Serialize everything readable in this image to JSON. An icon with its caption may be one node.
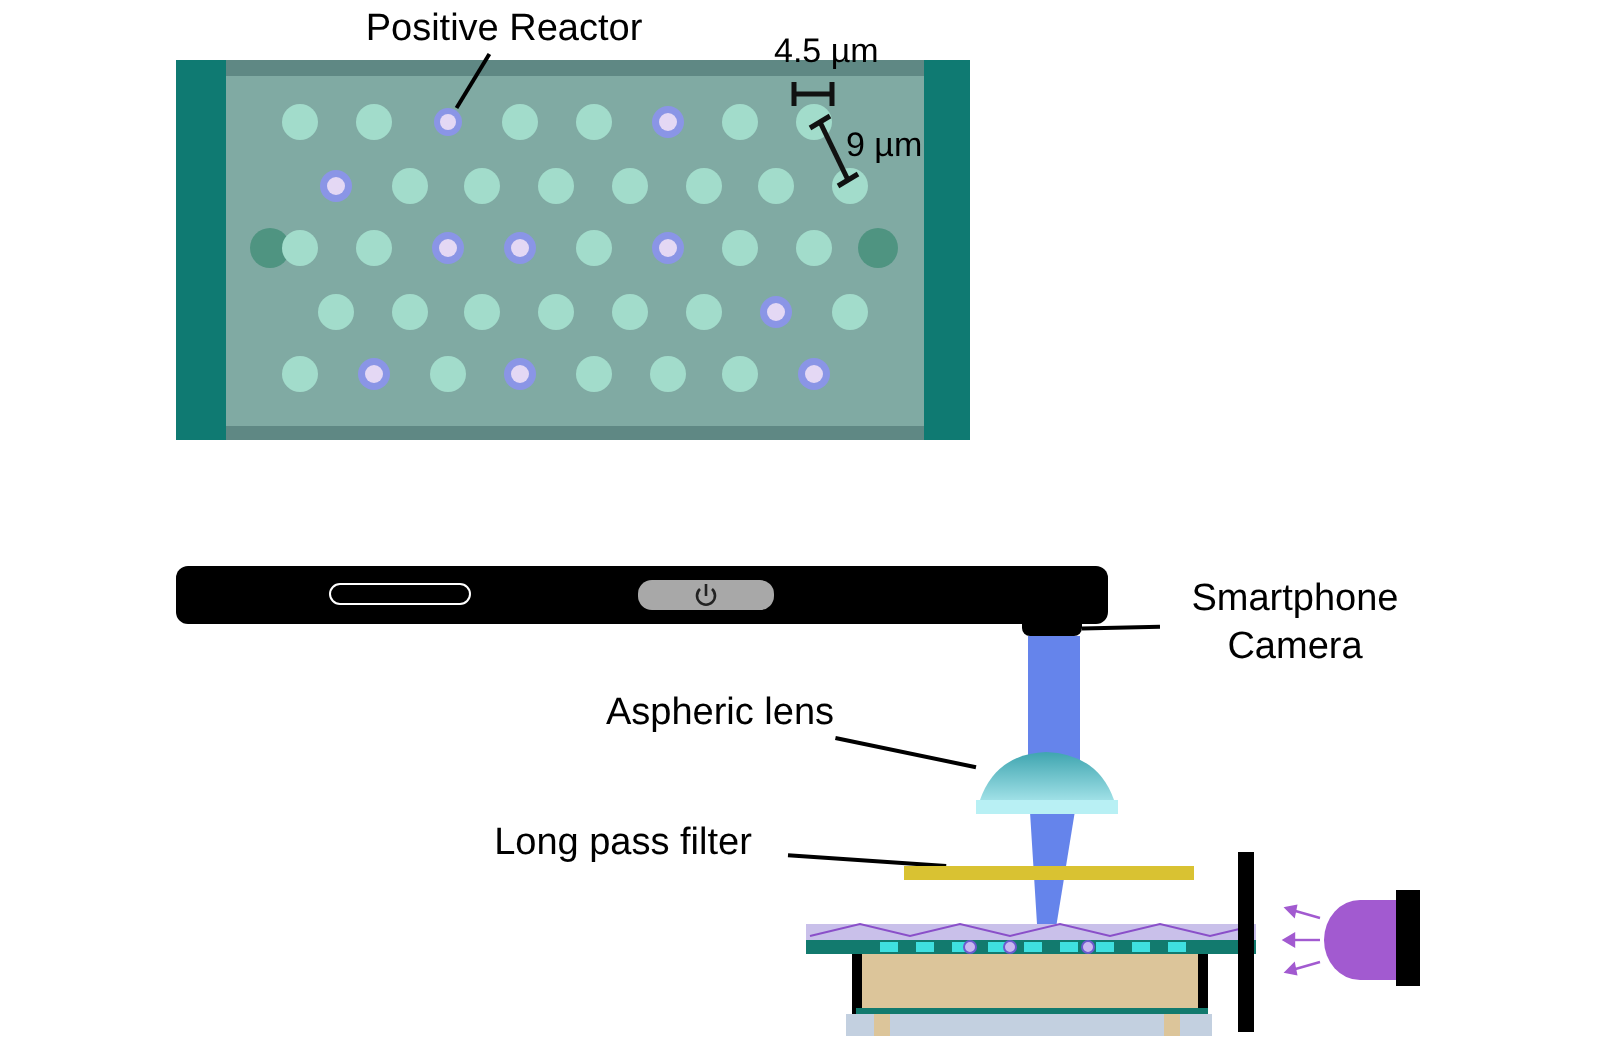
{
  "diagram": {
    "nodes": [
      {
        "text": [
          "Positive Reactor"
        ]
      },
      {
        "text": [],
        "shape": "circle"
      },
      {
        "text": [
          "Smartphone Camera"
        ]
      },
      {
        "text": [],
        "shape": "box"
      },
      {
        "text": [
          "Aspheric lens"
        ]
      },
      {
        "text": [],
        "shape": "lens"
      },
      {
        "text": [
          "Long pass filter"
        ]
      },
      {
        "text": [],
        "shape": "bar"
      }
    ],
    "edges": [
      {
        "from": 0,
        "to": 1,
        "arrow": "none"
      },
      {
        "from": 2,
        "to": 3,
        "arrow": "none"
      },
      {
        "from": 4,
        "to": 5,
        "arrow": "none"
      },
      {
        "from": 6,
        "to": 7,
        "arrow": "none"
      }
    ],
    "labels": [
      "4.5 µm",
      "9 µm"
    ]
  }
}
